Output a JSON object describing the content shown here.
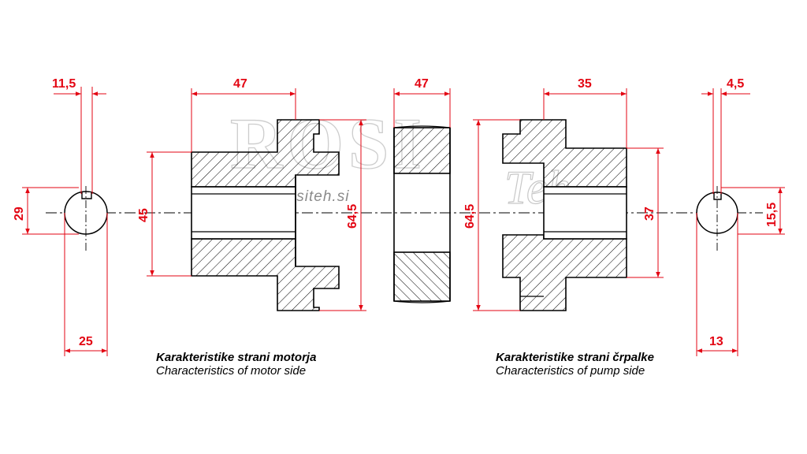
{
  "colors": {
    "dimension": "#e30613",
    "outline": "#000000",
    "watermark": "#c8c8c8"
  },
  "watermark": {
    "logo": "ROSI",
    "tail": "Teh",
    "url": "www.rositeh.si"
  },
  "dimensions": {
    "motor_keyway_width": "11,5",
    "motor_hub_length": "47",
    "spider_length": "47",
    "pump_hub_length": "35",
    "pump_keyway_width": "4,5",
    "motor_bore": "29",
    "motor_hub_diameter": "45",
    "motor_jaw_outer": "64,5",
    "spider_outer": "64,5",
    "pump_hub_diameter": "37",
    "pump_keyway_depth": "15,5",
    "motor_shaft": "25",
    "pump_shaft": "13"
  },
  "captions": {
    "motor_sl": "Karakteristike strani motorja",
    "motor_en": "Characteristics of motor side",
    "pump_sl": "Karakteristike strani črpalke",
    "pump_en": "Characteristics of pump side"
  }
}
